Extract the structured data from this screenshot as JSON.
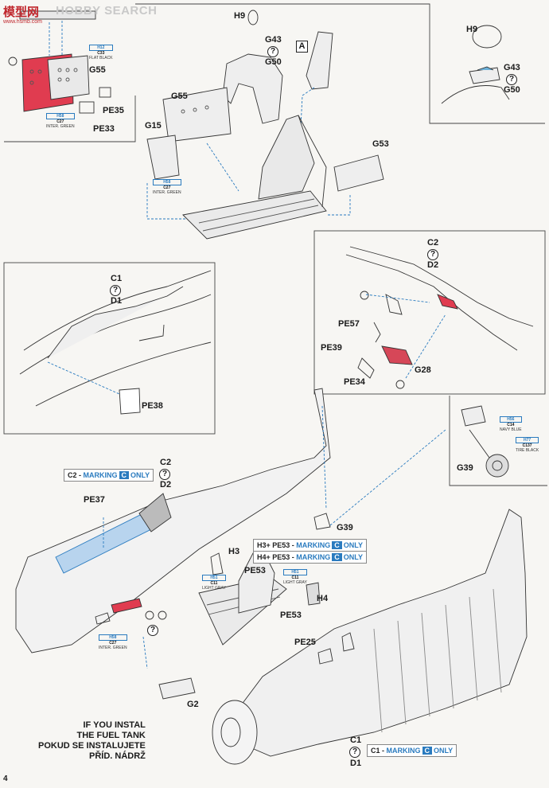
{
  "logo": {
    "brand": "模型网",
    "site": "HOBBY SEARCH",
    "sub": "www.hsmb.com"
  },
  "page_number": "4",
  "box_letter": "A",
  "parts": {
    "h9_top": "H9",
    "g43_top": "G43",
    "g50_top": "G50",
    "h9_inset": "H9",
    "g43_inset": "G43",
    "g50_inset": "G50",
    "g55_left": "G55",
    "pe35": "PE35",
    "pe33": "PE33",
    "g55_mid": "G55",
    "g15": "G15",
    "g53": "G53",
    "c1_left": "C1",
    "d1_left": "D1",
    "pe38": "PE38",
    "c2_right": "C2",
    "d2_right": "D2",
    "pe57": "PE57",
    "pe39": "PE39",
    "pe34": "PE34",
    "g28": "G28",
    "g39_inset": "G39",
    "c2_main": "C2",
    "d2_main": "D2",
    "pe37": "PE37",
    "g39_main": "G39",
    "h3": "H3",
    "pe53_a": "PE53",
    "pe53_b": "PE53",
    "h4": "H4",
    "pe25": "PE25",
    "g2": "G2",
    "c1_bottom": "C1",
    "d1_bottom": "D1"
  },
  "q_mark": "?",
  "swatches": {
    "h12": {
      "code": "H12",
      "mr": "C33",
      "name": "FLAT BLACK"
    },
    "h58_a": {
      "code": "H58",
      "mr": "C27",
      "name": "INTER. GREEN"
    },
    "h58_b": {
      "code": "H58",
      "mr": "C27",
      "name": "INTER. GREEN"
    },
    "h56": {
      "code": "H56",
      "mr": "C14",
      "name": "NAVY BLUE"
    },
    "h77": {
      "code": "H77",
      "mr": "C137",
      "name": "TIRE BLACK"
    },
    "h51_a": {
      "code": "H51",
      "mr": "C11",
      "name": "LIGHT GRAY"
    },
    "h51_b": {
      "code": "H51",
      "mr": "C11",
      "name": "LIGHT GRAY"
    },
    "h58_c": {
      "code": "H58",
      "mr": "C27",
      "name": "INTER. GREEN"
    }
  },
  "markings": {
    "c2": {
      "part": "C2 - ",
      "text": "MARKING",
      "letter": "C",
      "tail": "ONLY"
    },
    "h3": {
      "part": "H3+ PE53 - ",
      "text": "MARKING",
      "letter": "C",
      "tail": "ONLY"
    },
    "h4": {
      "part": "H4+ PE53 - ",
      "text": "MARKING",
      "letter": "C",
      "tail": "ONLY"
    },
    "c1": {
      "part": "C1 - ",
      "text": "MARKING",
      "letter": "C",
      "tail": "ONLY"
    }
  },
  "fuel_note": {
    "l1": "IF YOU INSTAL",
    "l2": "THE FUEL TANK",
    "l3": "POKUD SE INSTALUJETE",
    "l4": "PŘÍD. NÁDRŽ"
  }
}
